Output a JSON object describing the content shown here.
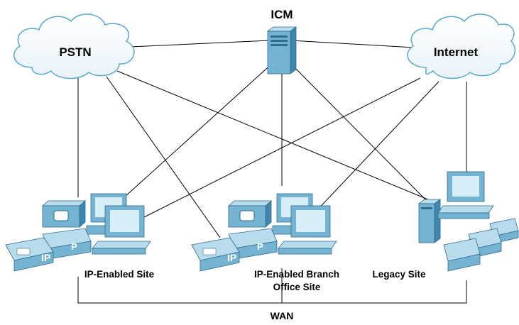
{
  "nodes": {
    "pstn": {
      "label": "PSTN",
      "icon": "cloud-icon"
    },
    "icm": {
      "label": "ICM",
      "icon": "server-tower-icon"
    },
    "internet": {
      "label": "Internet",
      "icon": "cloud-icon"
    },
    "ip_site": {
      "label": "IP-Enabled Site",
      "icon": "ip-phone-workstation-icon"
    },
    "branch": {
      "label_line1": "IP-Enabled Branch",
      "label_line2": "Office Site",
      "icon": "ip-phone-workstation-icon"
    },
    "legacy": {
      "label": "Legacy Site",
      "icon": "legacy-phones-workstation-icon"
    }
  },
  "wan": {
    "label": "WAN"
  },
  "colors": {
    "device_light": "#b9dcec",
    "device_mid": "#74b4d2",
    "device_dark": "#3f86ad",
    "cloud_stroke": "#58aacd",
    "line": "#000000"
  }
}
